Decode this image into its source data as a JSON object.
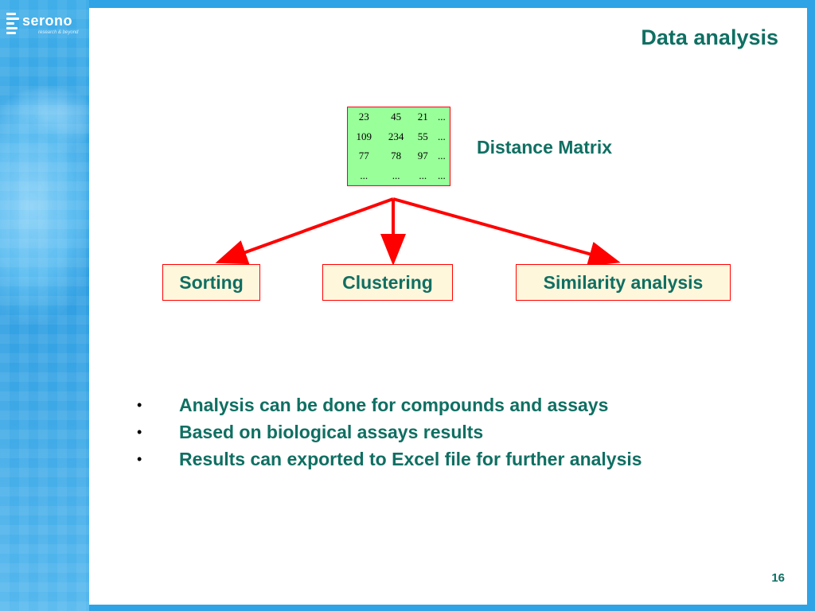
{
  "brand": {
    "logo_text": "serono",
    "tagline": "research & beyond"
  },
  "slide": {
    "title": "Data analysis",
    "page_number": "16"
  },
  "matrix": {
    "label": "Distance Matrix",
    "rows": [
      [
        "23",
        "45",
        "21",
        "..."
      ],
      [
        "109",
        "234",
        "55",
        "..."
      ],
      [
        "77",
        "78",
        "97",
        "..."
      ],
      [
        "...",
        "...",
        "...",
        "..."
      ]
    ]
  },
  "methods": {
    "sorting": "Sorting",
    "clustering": "Clustering",
    "similarity": "Similarity analysis"
  },
  "bullets": [
    "Analysis can be done for compounds and assays",
    "Based on biological assays results",
    "Results can exported to Excel file for further analysis"
  ],
  "colors": {
    "text_accent": "#0f6f62",
    "arrow": "#ff0000",
    "matrix_fill": "#99ff99",
    "box_fill": "#fff7dc",
    "background": "#2ea3e6"
  }
}
